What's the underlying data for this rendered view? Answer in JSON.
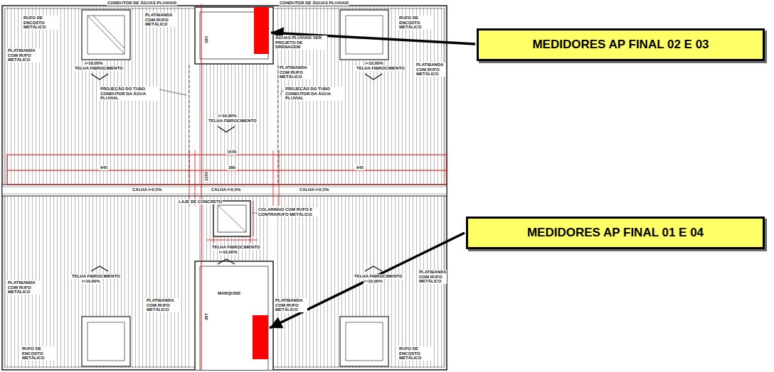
{
  "diagram": {
    "nodes": [
      {
        "text": [
          "MEDIDORES AP FINAL 02 E 03"
        ]
      },
      {
        "text": [
          "MEDIDORES AP FINAL 01 E 04"
        ]
      }
    ],
    "labels": [
      "CONDUTOR DE ÁGUAS PLUVIAIS",
      "CONDUTOR DE ÁGUAS PLUVIAIS",
      "RUFO DE ENCOSTO METÁLICO",
      "PLATIBANDA COM RUFO METÁLICO",
      "ÁGUAS PLUVIAIS VER PROJETO DE DRENAGEM",
      "RUFO DE ENCOSTO METÁLICO",
      "PLATIBANDA COM RUFO METÁLICO",
      "i=10,00%",
      "TELHA FIBROCIMENTO",
      "PLATIBANDA COM RUFO METÁLICO",
      "i=10,00%",
      "TELHA FIBROCIMENTO",
      "PLATIBANDA COM RUFO METÁLICO",
      "PROJEÇÃO DO TUBO CONDUTOR DA ÁGUA PLUVIAL",
      "PROJEÇÃO DO TUBO CONDUTOR DA ÁGUA PLUVIAL",
      "i=10,00%",
      "TELHA FIBROCIMENTO",
      "1570",
      "645",
      "280",
      "645",
      "1150",
      "CALHA I=0,5%",
      "CALHA I=0,5%",
      "CALHA I=0,5%",
      "LAJE DE CONCRETO",
      "COLARINHO COM RUFO E CONTRARUFO METÁLICO",
      "TELHA FIBROCIMENTO",
      "i=10,00%",
      "MARQUISE",
      "PLATIBANDA COM RUFO METÁLICO",
      "PLATIBANDA COM RUFO METÁLICO",
      "TELHA FIBROCIMENTO",
      "i=10,00%",
      "PLATIBANDA COM RUFO METÁLICO",
      "PLATIBANDA COM RUFO METÁLICO",
      "TELHA FIBROCIMENTO",
      "i=10,00%",
      "RUFO DE ENCOSTO METÁLICO",
      "RUFO DE ENCOSTO METÁLICO",
      "160",
      "367"
    ]
  }
}
